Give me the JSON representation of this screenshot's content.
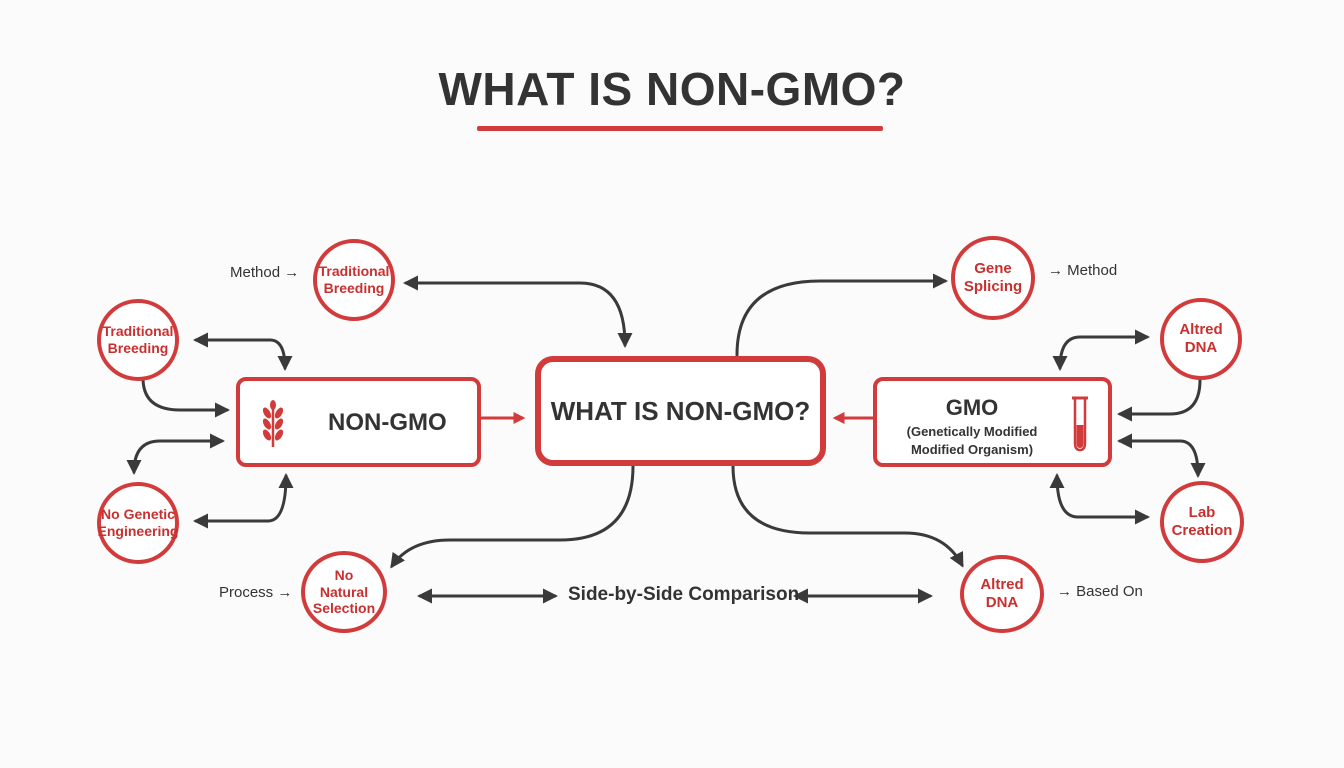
{
  "title": "WHAT IS NON-GMO?",
  "center": {
    "label": "WHAT IS NON-GMO?"
  },
  "non_gmo": {
    "label": "NON-GMO",
    "icon": "wheat-icon"
  },
  "gmo": {
    "label": "GMO",
    "sub1": "(Genetically Modified",
    "sub2": "Modified Organism)",
    "icon": "test-tube-icon"
  },
  "left_nodes": {
    "traditional_breeding_top": "Traditional Breeding",
    "traditional_breeding_left": "Traditional Breeding",
    "no_genetic_engineering": "No Genetic Engineering",
    "no_natural_selection": "No Natural Selection"
  },
  "right_nodes": {
    "gene_splicing": "Gene Splicing",
    "altered_dna_right": "Altred DNA",
    "lab_creation": "Lab Creation",
    "altered_dna_bottom": "Altred DNA"
  },
  "labels": {
    "method_left": "Method →",
    "method_right": "→ Method",
    "process": "Process →",
    "based_on": "→ Based On",
    "comparison": "Side-by-Side Comparison"
  },
  "colors": {
    "accent": "#d23b3b",
    "text": "#333333",
    "line": "#3a3a3a"
  }
}
